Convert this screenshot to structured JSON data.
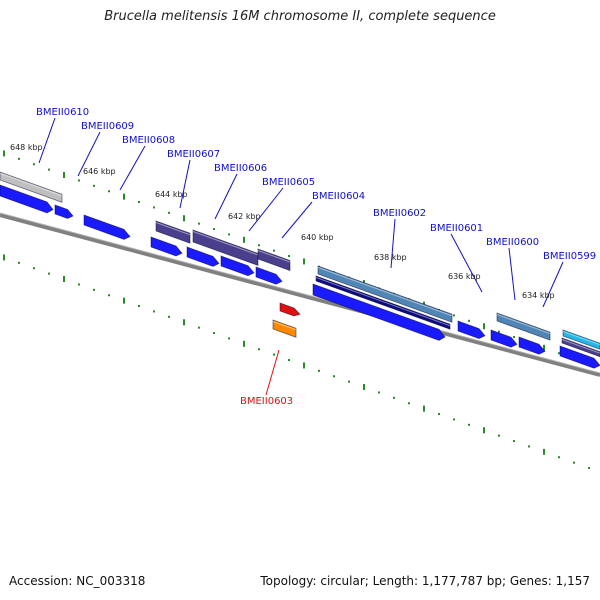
{
  "title": "Brucella melitensis 16M chromosome II, complete sequence",
  "footer": {
    "accession": "Accession: NC_003318",
    "topology": "Topology: circular; Length: 1,177,787 bp; Genes: 1,157"
  },
  "colors": {
    "backbone": "#808080",
    "cds_blue": "#1a1aff",
    "tick_dot": "#2a8a2a",
    "label_blue": "#1010cc",
    "label_red": "#dd1111",
    "gene_gray": "#bfbfbf",
    "gene_purple": "#4a3f8c",
    "gene_steelblue": "#4f86b5",
    "gene_navy": "#0d0d80",
    "gene_cyan": "#22b7e6",
    "gene_red": "#e01010",
    "gene_orange": "#ff8800"
  },
  "scale_ticks": [
    "648 kbp",
    "646 kbp",
    "644 kbp",
    "642 kbp",
    "640 kbp",
    "638 kbp",
    "636 kbp",
    "634 kbp"
  ],
  "gene_labels": [
    {
      "name": "BMEII0610",
      "color": "blue"
    },
    {
      "name": "BMEII0609",
      "color": "blue"
    },
    {
      "name": "BMEII0608",
      "color": "blue"
    },
    {
      "name": "BMEII0607",
      "color": "blue"
    },
    {
      "name": "BMEII0606",
      "color": "blue"
    },
    {
      "name": "BMEII0605",
      "color": "blue"
    },
    {
      "name": "BMEII0604",
      "color": "blue"
    },
    {
      "name": "BMEII0602",
      "color": "blue"
    },
    {
      "name": "BMEII0601",
      "color": "blue"
    },
    {
      "name": "BMEII0600",
      "color": "blue"
    },
    {
      "name": "BMEII0599",
      "color": "blue"
    },
    {
      "name": "BMEII0603",
      "color": "red"
    }
  ]
}
